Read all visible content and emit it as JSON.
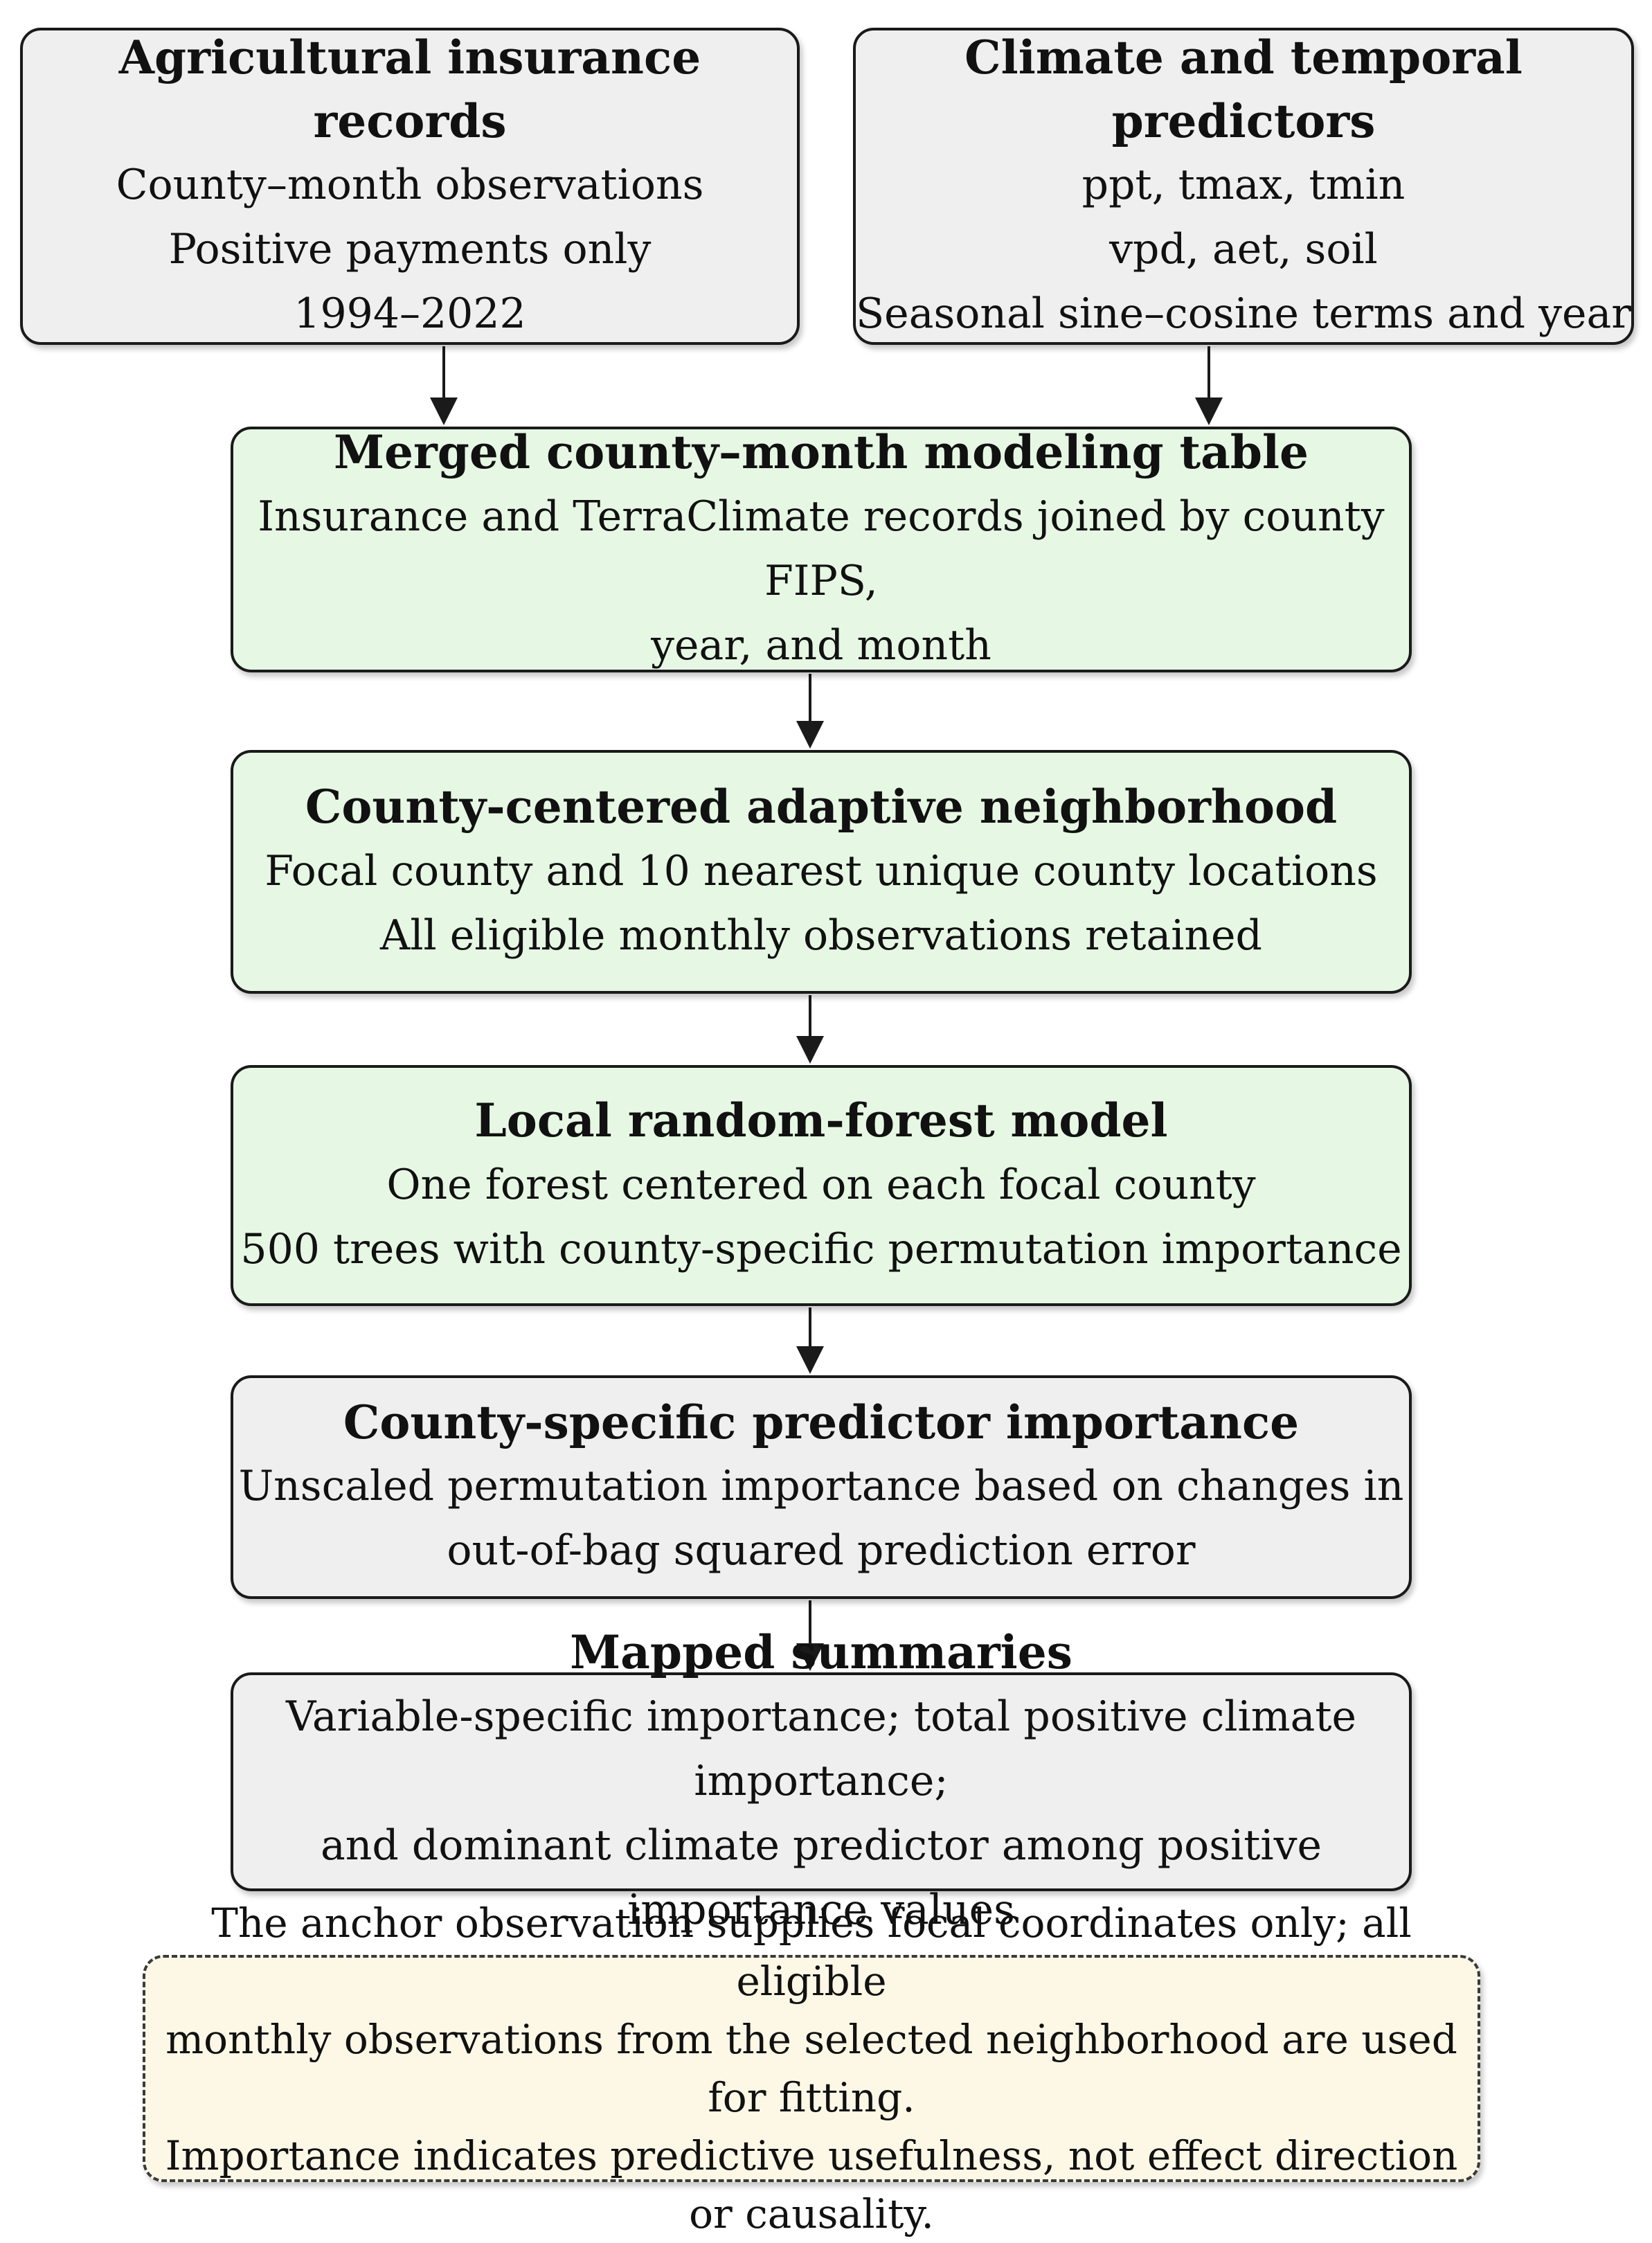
{
  "colors": {
    "input_box_fill": "#efefef",
    "process_box_fill": "#e6f8e4",
    "output_box_fill": "#efefef",
    "note_box_fill": "#fdf8e6",
    "border": "#1a1a1a"
  },
  "boxes": {
    "insurance": {
      "title": "Agricultural insurance records",
      "lines": [
        "County–month observations",
        "Positive payments only",
        "1994–2022"
      ]
    },
    "climate": {
      "title": "Climate and temporal predictors",
      "lines": [
        "ppt, tmax, tmin",
        "vpd, aet, soil",
        "Seasonal sine–cosine terms and year"
      ]
    },
    "merged": {
      "title": "Merged county–month modeling table",
      "lines": [
        "Insurance and TerraClimate records joined by county FIPS,",
        "year, and month"
      ]
    },
    "neighborhood": {
      "title": "County-centered adaptive neighborhood",
      "lines": [
        "Focal county and 10 nearest unique county locations",
        "All eligible monthly observations retained"
      ]
    },
    "forest": {
      "title": "Local random-forest model",
      "lines": [
        "One forest centered on each focal county",
        "500 trees with county-specific permutation importance"
      ]
    },
    "importance": {
      "title": "County-specific predictor importance",
      "lines": [
        "Unscaled permutation importance based on changes in",
        "out-of-bag squared prediction error"
      ]
    },
    "summaries": {
      "title": "Mapped summaries",
      "lines": [
        "Variable-specific importance; total positive climate importance;",
        "and dominant climate predictor among positive importance values"
      ]
    }
  },
  "note": {
    "lines": [
      "The anchor observation supplies focal coordinates only; all eligible",
      "monthly observations from the selected neighborhood are used for fitting.",
      "Importance indicates predictive usefulness, not effect direction or causality."
    ]
  }
}
